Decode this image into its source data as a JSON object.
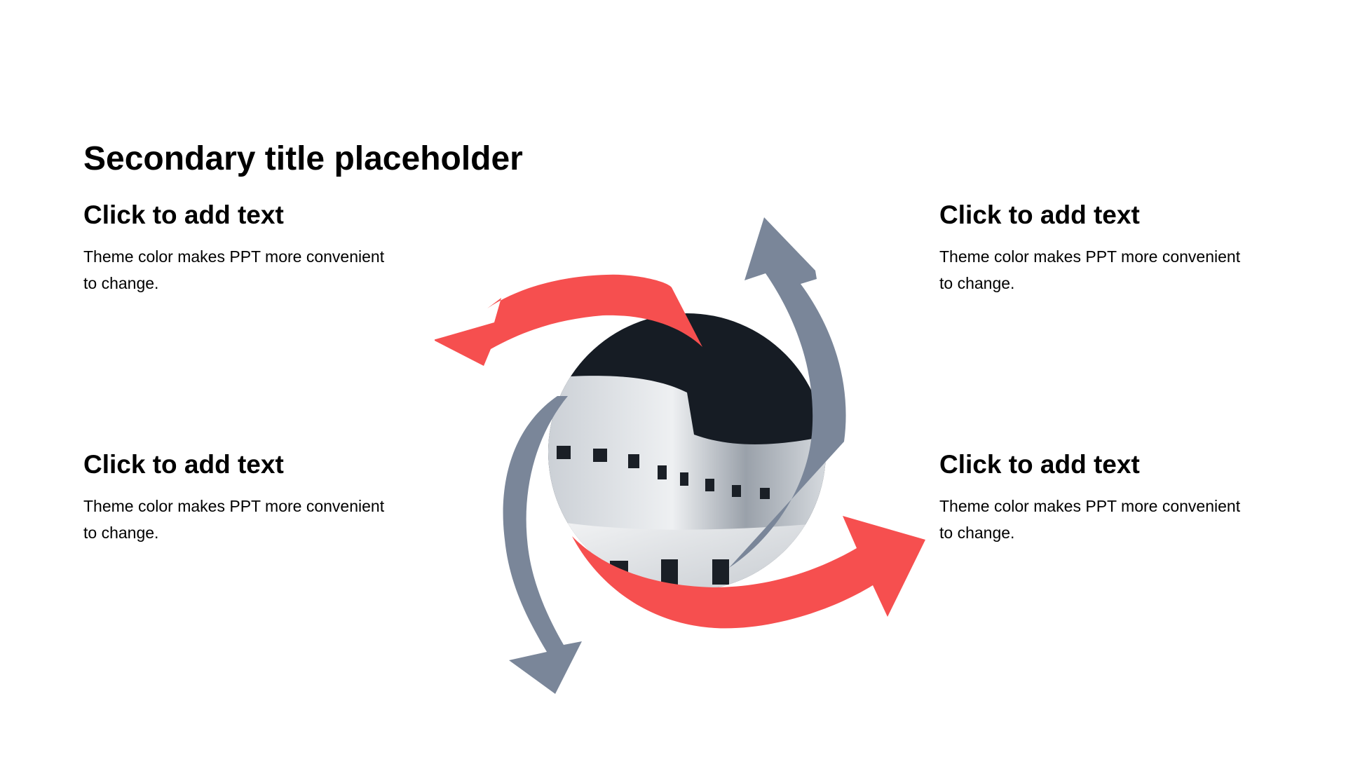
{
  "slide": {
    "title": "Secondary title placeholder",
    "blocks": [
      {
        "heading": "Click to add text",
        "body": "Theme color makes PPT more convenient\nto change."
      },
      {
        "heading": "Click to add text",
        "body": "Theme color makes PPT more convenient\nto change."
      },
      {
        "heading": "Click to add text",
        "body": "Theme color makes PPT more convenient\nto change."
      },
      {
        "heading": "Click to add text",
        "body": "Theme color makes PPT more convenient\nto change."
      }
    ]
  },
  "colors": {
    "accent_red": "#F64F4F",
    "accent_gray": "#7A8699",
    "sky_dark": "#161C24",
    "building_light": "#E6E8EB"
  },
  "icons": {
    "cycle_arrows": [
      "curved-arrow-icon",
      "curved-arrow-icon",
      "curved-arrow-icon",
      "curved-arrow-icon"
    ]
  }
}
